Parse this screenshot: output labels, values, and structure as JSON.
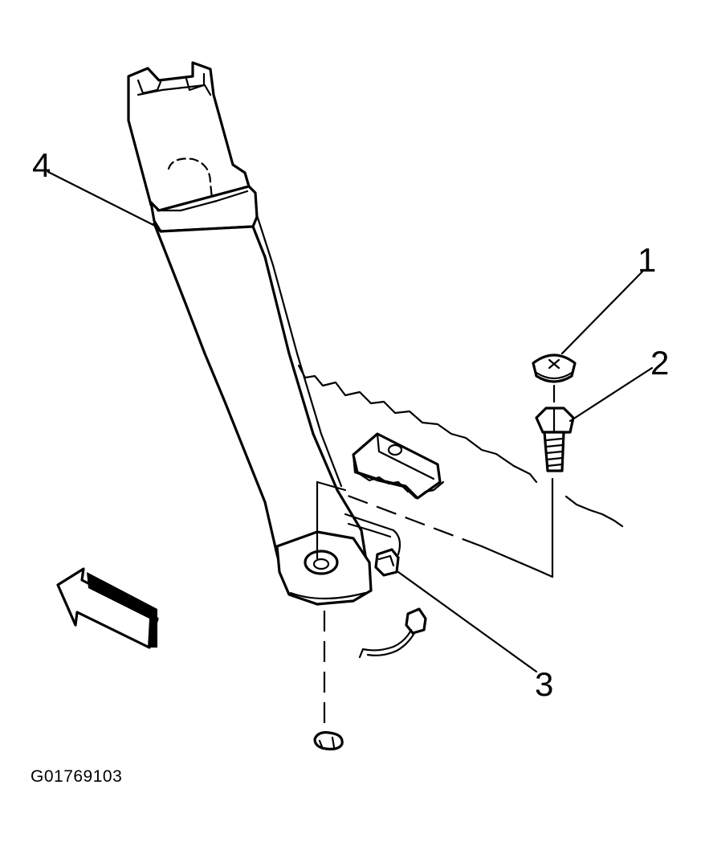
{
  "figure": {
    "id_label": "G01769103"
  },
  "callouts": [
    {
      "number": "1",
      "part": "cap-icon"
    },
    {
      "number": "2",
      "part": "bolt-icon"
    },
    {
      "number": "3",
      "part": "connector-icon"
    },
    {
      "number": "4",
      "part": "seat-belt-buckle-icon"
    }
  ],
  "colors": {
    "line": "#000000",
    "background": "#ffffff"
  }
}
